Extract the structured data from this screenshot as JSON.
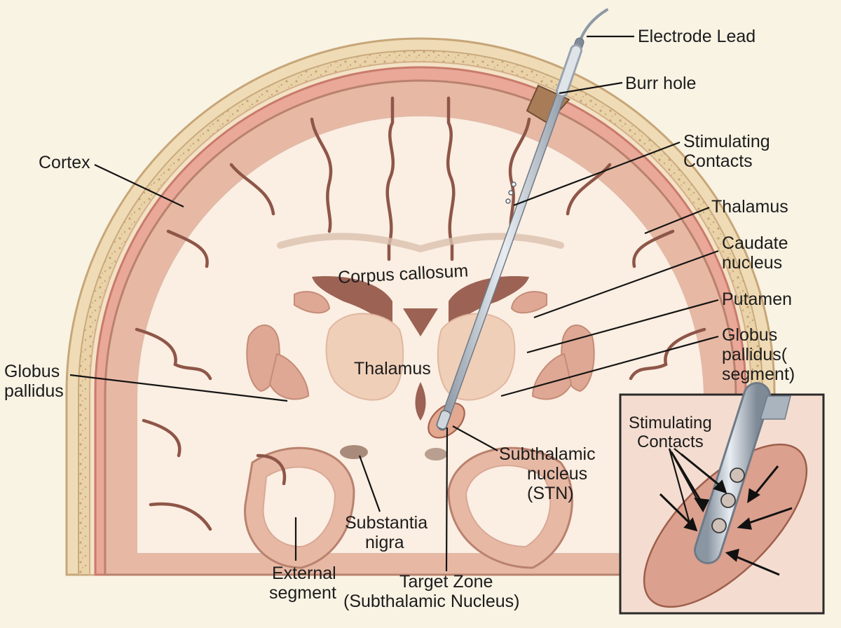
{
  "labels": {
    "electrode_lead": "Electrode Lead",
    "burr_hole": "Burr hole",
    "stimulating_contacts": [
      "Stimulating",
      "Contacts"
    ],
    "cortex": "Cortex",
    "thalamus_right": "Thalamus",
    "caudate_nucleus": [
      "Caudate",
      "nucleus"
    ],
    "putamen": "Putamen",
    "globus_pallidus_segment": [
      "Globus",
      "pallidus(",
      "segment)"
    ],
    "globus_pallidus_left": [
      "Globus",
      "pallidus"
    ],
    "corpus_callosum": "Corpus callosum",
    "thalamus_center": "Thalamus",
    "subthalamic_nucleus": [
      "Subthalamic",
      "nucleus",
      "(STN)"
    ],
    "substantia_nigra": [
      "Substantia",
      "nigra"
    ],
    "external_segment": [
      "External",
      "segment"
    ],
    "target_zone": [
      "Target Zone",
      "(Subthalamic Nucleus)"
    ],
    "inset_stimulating_contacts": [
      "Stimulating",
      "Contacts"
    ]
  },
  "colors": {
    "background": "#f9f3e4",
    "skull": "#ecd6ae",
    "cortex_gray_matter": "#e7b9a5",
    "white_matter": "#fbeee2",
    "sulci": "#8e5648",
    "ventricles": "#9c6254",
    "electrode": "#b9c2cc",
    "inset_target": "#dba08e"
  }
}
